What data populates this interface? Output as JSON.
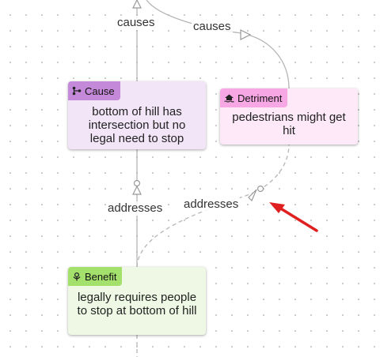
{
  "edges": {
    "causes_left": "causes",
    "causes_right": "causes",
    "addresses_left": "addresses",
    "addresses_right": "addresses"
  },
  "nodes": {
    "cause": {
      "type": "Cause",
      "text": "bottom of hill has intersection but no legal need to stop",
      "color": "#c48ad9",
      "bg": "#f2e5f7"
    },
    "detriment": {
      "type": "Detriment",
      "text": "pedestrians might get hit",
      "color": "#f7a8e4",
      "bg": "#fde9f7"
    },
    "benefit": {
      "type": "Benefit",
      "text": "legally requires people to stop at bottom of hill",
      "color": "#a4e06c",
      "bg": "#eef8e4"
    }
  },
  "annotation": {
    "arrow_color": "#e02020",
    "arrow_icon": "red-pointer-arrow"
  },
  "icons": {
    "cause": "branch-icon",
    "detriment": "house-flood-icon",
    "benefit": "flower-icon"
  }
}
